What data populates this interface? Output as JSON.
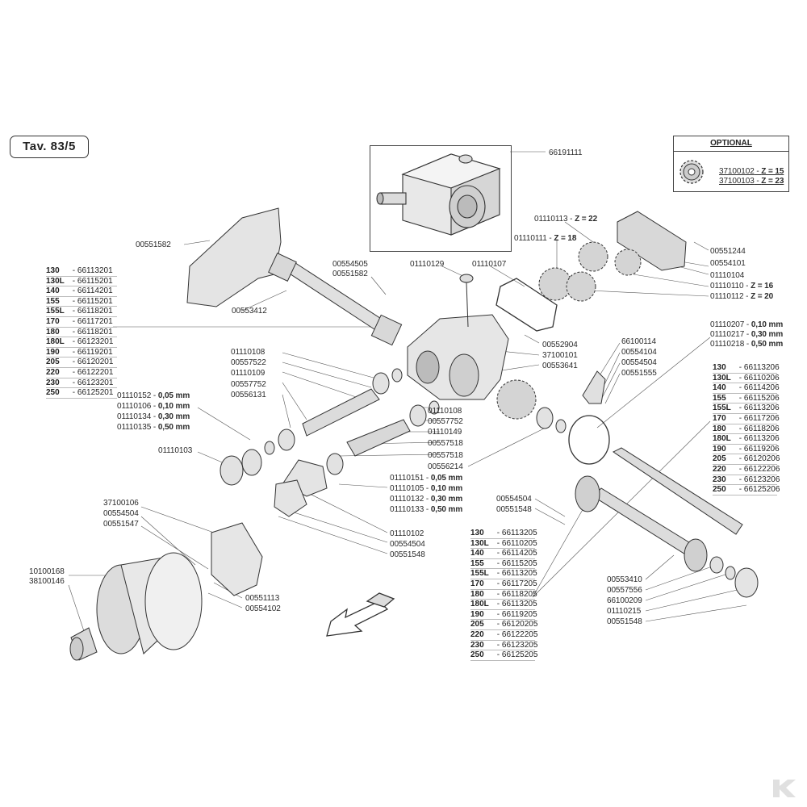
{
  "title": "Tav. 83/5",
  "optional": {
    "heading": "OPTIONAL",
    "items": [
      {
        "code": "37100102",
        "suffix": "Z = 15"
      },
      {
        "code": "37100103",
        "suffix": "Z = 23"
      }
    ]
  },
  "inset_code": "66191111",
  "labels": {
    "l00551582a": "00551582",
    "l00554505": "00554505",
    "l00551582b": "00551582",
    "l00553412": "00553412",
    "l01110129": "01110129",
    "l01110107": "01110107",
    "l01110113": "01110113",
    "l01110113z": "Z = 22",
    "l01110111": "01110111",
    "l01110111z": "Z = 18",
    "l00551244": "00551244",
    "l00554101": "00554101",
    "l01110104": "01110104",
    "l01110110": "01110110",
    "l01110110z": "Z = 16",
    "l01110112": "01110112",
    "l01110112z": "Z = 20",
    "l01110207": "01110207",
    "l01110207v": "0,10 mm",
    "l01110217": "01110217",
    "l01110217v": "0,30 mm",
    "l01110218": "01110218",
    "l01110218v": "0,50 mm",
    "l00552904": "00552904",
    "l37100101": "37100101",
    "l00553641": "00553641",
    "l66100114": "66100114",
    "l00554104": "00554104",
    "l00554504a": "00554504",
    "l00551555": "00551555",
    "l01110108a": "01110108",
    "l00557522": "00557522",
    "l01110109": "01110109",
    "l00557752a": "00557752",
    "l00556131": "00556131",
    "l01110152": "01110152",
    "l01110152v": "0,05 mm",
    "l01110106": "01110106",
    "l01110106v": "0,10 mm",
    "l01110134": "01110134",
    "l01110134v": "0,30 mm",
    "l01110135": "01110135",
    "l01110135v": "0,50 mm",
    "l01110103": "01110103",
    "l01110108b": "01110108",
    "l00557752b": "00557752",
    "l01110149": "01110149",
    "l00557518a": "00557518",
    "l00557518b": "00557518",
    "l00556214": "00556214",
    "l01110151": "01110151",
    "l01110151v": "0,05 mm",
    "l01110105": "01110105",
    "l01110105v": "0,10 mm",
    "l01110132": "01110132",
    "l01110132v": "0,30 mm",
    "l01110133": "01110133",
    "l01110133v": "0,50 mm",
    "l00554504b": "00554504",
    "l00551548a": "00551548",
    "l01110102": "01110102",
    "l00554504c": "00554504",
    "l00551548b": "00551548",
    "l37100106": "37100106",
    "l00554504d": "00554504",
    "l00551547": "00551547",
    "l10100168": "10100168",
    "l38100146": "38100146",
    "l00551113": "00551113",
    "l00554102": "00554102",
    "l00553410": "00553410",
    "l00557556": "00557556",
    "l66100209": "66100209",
    "l01110215": "01110215",
    "l00551548c": "00551548"
  },
  "table_left": [
    {
      "m": "130",
      "c": "66113201"
    },
    {
      "m": "130L",
      "c": "66115201"
    },
    {
      "m": "140",
      "c": "66114201"
    },
    {
      "m": "155",
      "c": "66115201"
    },
    {
      "m": "155L",
      "c": "66118201"
    },
    {
      "m": "170",
      "c": "66117201"
    },
    {
      "m": "180",
      "c": "66118201"
    },
    {
      "m": "180L",
      "c": "66123201"
    },
    {
      "m": "190",
      "c": "66119201"
    },
    {
      "m": "205",
      "c": "66120201"
    },
    {
      "m": "220",
      "c": "66122201"
    },
    {
      "m": "230",
      "c": "66123201"
    },
    {
      "m": "250",
      "c": "66125201"
    }
  ],
  "table_center": [
    {
      "m": "130",
      "c": "66113205"
    },
    {
      "m": "130L",
      "c": "66110205"
    },
    {
      "m": "140",
      "c": "66114205"
    },
    {
      "m": "155",
      "c": "66115205"
    },
    {
      "m": "155L",
      "c": "66113205"
    },
    {
      "m": "170",
      "c": "66117205"
    },
    {
      "m": "180",
      "c": "66118205"
    },
    {
      "m": "180L",
      "c": "66113205"
    },
    {
      "m": "190",
      "c": "66119205"
    },
    {
      "m": "205",
      "c": "66120205"
    },
    {
      "m": "220",
      "c": "66122205"
    },
    {
      "m": "230",
      "c": "66123205"
    },
    {
      "m": "250",
      "c": "66125205"
    }
  ],
  "table_right": [
    {
      "m": "130",
      "c": "66113206"
    },
    {
      "m": "130L",
      "c": "66110206"
    },
    {
      "m": "140",
      "c": "66114206"
    },
    {
      "m": "155",
      "c": "66115206"
    },
    {
      "m": "155L",
      "c": "66113206"
    },
    {
      "m": "170",
      "c": "66117206"
    },
    {
      "m": "180",
      "c": "66118206"
    },
    {
      "m": "180L",
      "c": "66113206"
    },
    {
      "m": "190",
      "c": "66119206"
    },
    {
      "m": "205",
      "c": "66120206"
    },
    {
      "m": "220",
      "c": "66122206"
    },
    {
      "m": "230",
      "c": "66123206"
    },
    {
      "m": "250",
      "c": "66125206"
    }
  ],
  "colors": {
    "ink": "#2a2a2a",
    "part_fill": "#e6e6e6",
    "part_shade": "#bdbdbd"
  }
}
